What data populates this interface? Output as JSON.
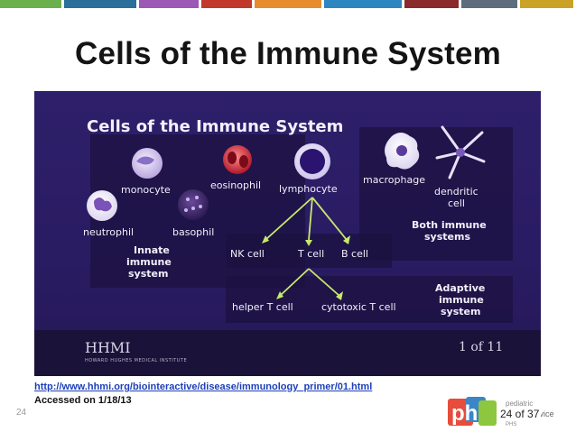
{
  "top_strip_colors": [
    "#6ab04c",
    "#2b6f9a",
    "#9b58b5",
    "#c0392b",
    "#e78c2d",
    "#2e86c1",
    "#8b2a2a",
    "#5d6d7e",
    "#c9a227"
  ],
  "slide": {
    "title": "Cells of the Immune System",
    "number": "24",
    "page_count": "24 of 37"
  },
  "figure": {
    "title": "Cells of the Immune System",
    "cells": {
      "monocyte": "monocyte",
      "eosinophil": "eosinophil",
      "lymphocyte": "lymphocyte",
      "macrophage": "macrophage",
      "dendritic_line1": "dendritic",
      "dendritic_line2": "cell",
      "neutrophil": "neutrophil",
      "basophil": "basophil",
      "nk_cell": "NK cell",
      "t_cell": "T cell",
      "b_cell": "B cell",
      "helper_t": "helper T cell",
      "cytotoxic_t": "cytotoxic T cell"
    },
    "groups": {
      "innate": [
        "Innate",
        "immune",
        "system"
      ],
      "both": [
        "Both immune",
        "systems"
      ],
      "adaptive": [
        "Adaptive",
        "immune",
        "system"
      ]
    },
    "footer": {
      "brand": "HHMI",
      "brand_sub": "HOWARD HUGHES MEDICAL INSTITUTE",
      "pager": "1 of 11"
    }
  },
  "source": {
    "url": "http://www.hhmi.org/biointeractive/disease/immunology_primer/01.html",
    "accessed": "Accessed on 1/18/13"
  },
  "logo": {
    "letters": "ph",
    "text_line1": "pediatric",
    "text_line2": "home service",
    "text_line3": "PHS"
  }
}
